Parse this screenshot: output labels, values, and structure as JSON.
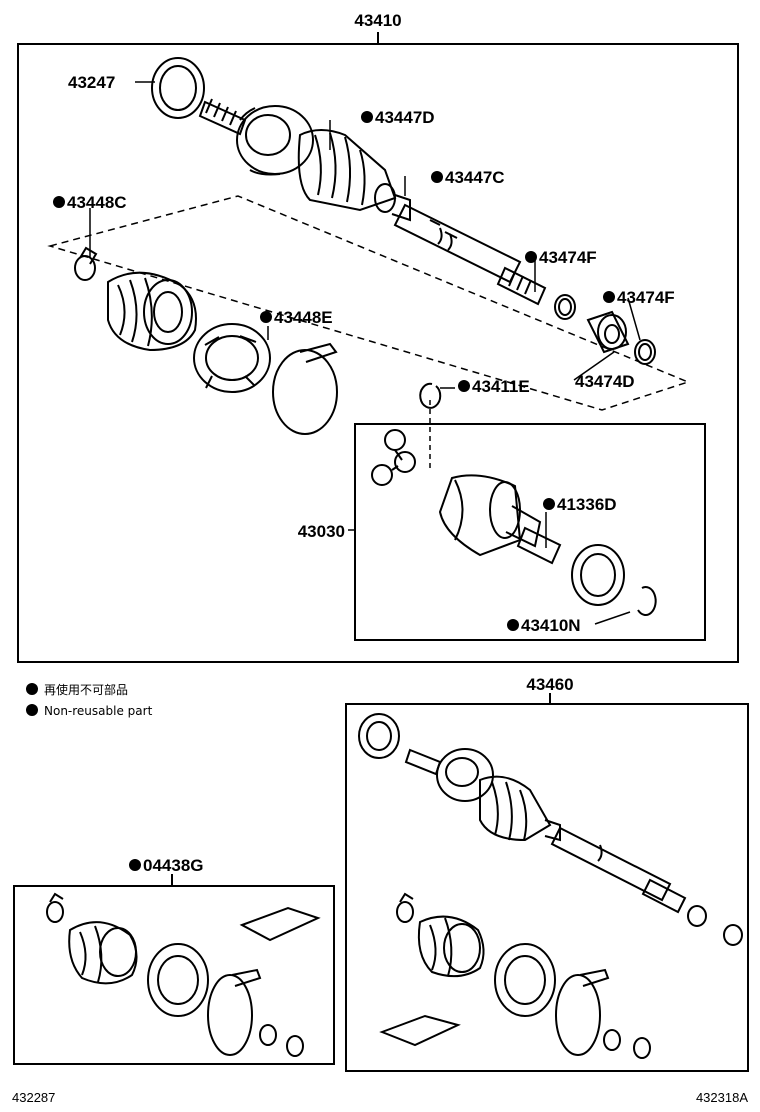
{
  "diagram": {
    "assembly_front": "43410",
    "assembly_rear": "43460",
    "inner_joint_assembly": "43030",
    "kit": "04438G",
    "parts": {
      "p43247": "43247",
      "p43447D": "43447D",
      "p43447C": "43447C",
      "p43448C": "43448C",
      "p43474F_a": "43474F",
      "p43474F_b": "43474F",
      "p43448E": "43448E",
      "p43474D": "43474D",
      "p43411E": "43411E",
      "p41336D": "41336D",
      "p43410N": "43410N"
    },
    "non_reusable_marker": "●"
  },
  "legend": {
    "line_jp": "再使用不可部品",
    "line_en": "Non-reusable part"
  },
  "footer": {
    "left_code": "432287",
    "right_code": "432318A"
  }
}
